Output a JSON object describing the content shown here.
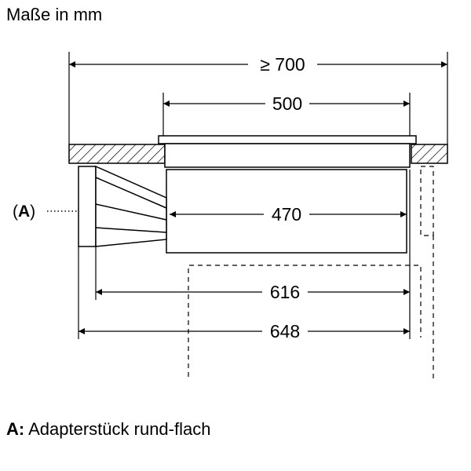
{
  "title": "Maße in mm",
  "dimensions": {
    "d700": "≥ 700",
    "d500": "500",
    "d470": "470",
    "d616": "616",
    "d648": "648"
  },
  "callout": {
    "open": "(",
    "letter": "A",
    "close": ")"
  },
  "legend": {
    "key": "A:",
    "text": " Adapterstück rund-flach"
  }
}
